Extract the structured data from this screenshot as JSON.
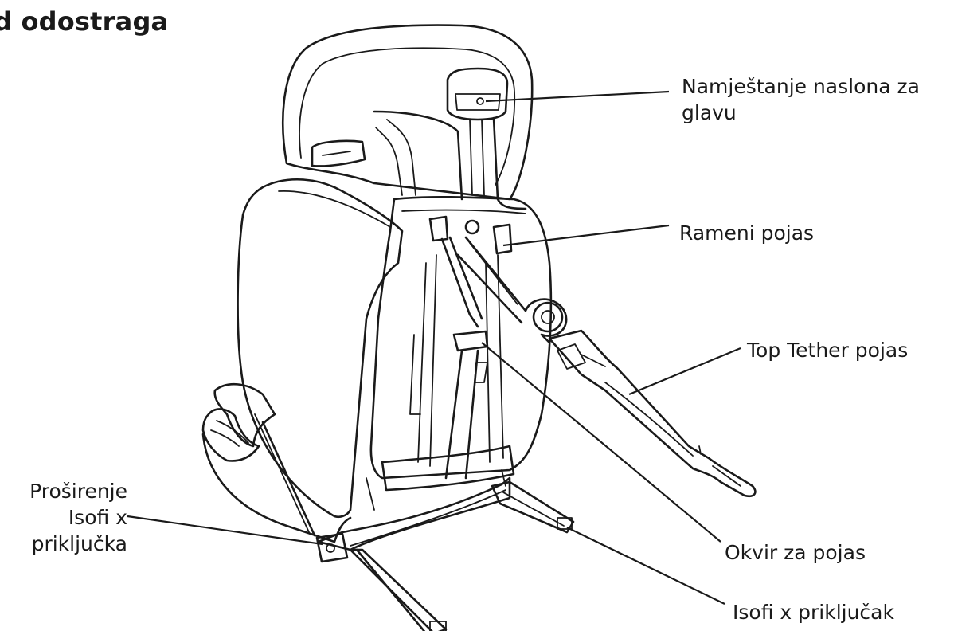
{
  "heading": "d odostraga",
  "labels": {
    "headrest_adjust": [
      "Namještanje naslona za",
      "glavu"
    ],
    "shoulder_belt": "Rameni pojas",
    "top_tether": "Top Tether pojas",
    "isofix_extension": [
      "Proširenje",
      "Isofi x",
      "priključka"
    ],
    "belt_frame": "Okvir za pojas",
    "isofix_connector": "Isofi x priključak"
  }
}
